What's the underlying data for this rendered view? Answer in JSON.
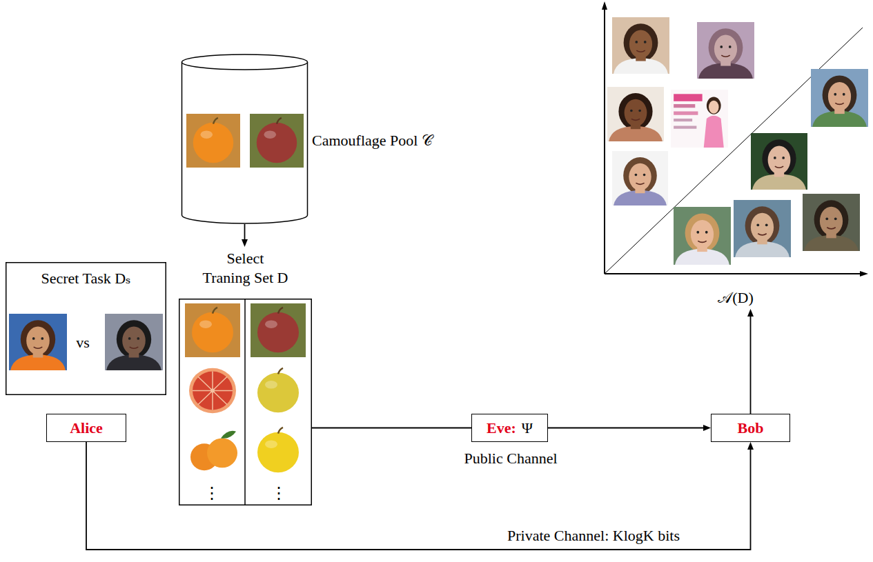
{
  "diagram": {
    "nodes": [
      {
        "text": [
          "Camouflage Pool 𝒞"
        ]
      },
      {
        "text": [
          "Select Traning Set D",
          "⋮",
          "⋮"
        ]
      },
      {
        "text": [
          "Secret Task Dₛ",
          "vs"
        ]
      },
      {
        "text": [
          "Alice"
        ]
      },
      {
        "text": [
          "Eve:",
          "Ψ"
        ]
      },
      {
        "text": [
          "Bob"
        ]
      },
      {
        "text": [
          "𝒜(D)"
        ]
      }
    ],
    "edges": [
      {
        "from": 0,
        "to": 1,
        "arrow": "to"
      },
      {
        "from": 1,
        "to": 4,
        "arrow": "none"
      },
      {
        "from": 4,
        "to": 5,
        "arrow": "to"
      },
      {
        "from": 5,
        "to": 6,
        "arrow": "to"
      },
      {
        "from": 3,
        "to": 5,
        "label": "Private Channel: KlogK bits",
        "arrow": "to"
      }
    ],
    "labels": [
      "Public Channel"
    ]
  }
}
